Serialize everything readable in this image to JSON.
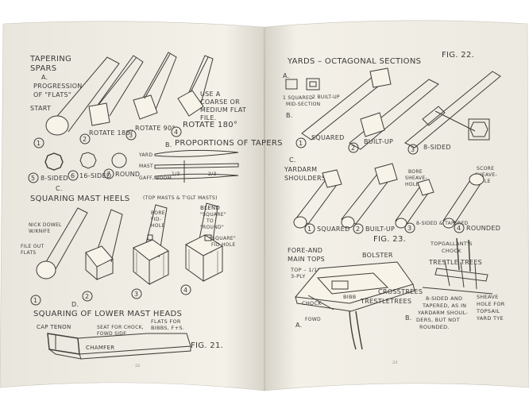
{
  "left_page": {
    "page_number": "22",
    "figure_label": "FIG. 21.",
    "section_a": {
      "title_line1": "TAPERING",
      "title_line2": "SPARS",
      "letter": "A.",
      "subtitle_line1": "PROGRESSION",
      "subtitle_line2": "OF \"FLATS\"",
      "start": "START",
      "note_line1": "USE A",
      "note_line2": "COARSE OR",
      "note_line3": "MEDIUM FLAT",
      "note_line4": "FILE.",
      "rotations": [
        "ROTATE 180°",
        "ROTATE 90°",
        "ROTATE 180°"
      ],
      "step_numbers": [
        "1",
        "2",
        "3",
        "4"
      ]
    },
    "section_b": {
      "letter": "B.",
      "title": "PROPORTIONS OF TAPERS",
      "rows": [
        "YARD",
        "MAST",
        "GAFF, BOOM"
      ],
      "fractions": [
        "1/3",
        "2/3"
      ]
    },
    "sections_small": {
      "numbers": [
        "5",
        "6",
        "7"
      ],
      "labels": [
        "8-SIDED",
        "16-SIDED",
        "ROUND"
      ]
    },
    "section_c": {
      "letter": "C.",
      "title": "SQUARING MAST HEELS",
      "subtitle": "(TOP MASTS & T'GLT MASTS)",
      "nick_line1": "NICK DOWEL",
      "nick_line2": "W/KNIFE",
      "file_line1": "FILE OUT",
      "file_line2": "FLATS",
      "bore_line1": "BORE",
      "bore_line2": "FID-",
      "bore_line3": "HOLE",
      "blend_line1": "BLEND",
      "blend_line2": "\"SQUARE\"",
      "blend_line3": "TO",
      "blend_line4": "\"ROUND\"",
      "squarefid_line1": "\"SQUARE\"",
      "squarefid_line2": "FID HOLE",
      "numbers": [
        "1",
        "2",
        "3",
        "4"
      ]
    },
    "section_d": {
      "letter": "D.",
      "title": "SQUARING OF LOWER MAST HEADS",
      "cap_tenon": "CAP TENON",
      "seat_line1": "SEAT FOR CHOCK,",
      "seat_line2": "FOWD SIDE",
      "flats_line1": "FLATS FOR",
      "flats_line2": "BIBBS, F+S.",
      "chamfer": "CHAMFER"
    }
  },
  "right_page": {
    "page_number": "23",
    "figure_22": "FIG. 22.",
    "figure_23": "FIG. 23.",
    "yards": {
      "title": "YARDS – OCTAGONAL SECTIONS",
      "letter_a": "A.",
      "squared_line1": "1 SQUARED",
      "squared_line2": "MID-SECTION",
      "builtup": "2 BUILT-UP",
      "letter_b": "B.",
      "labels": [
        "SQUARED",
        "BUILT-UP",
        "8-SIDED"
      ],
      "numbers": [
        "1",
        "2",
        "3"
      ]
    },
    "shoulders": {
      "letter": "C.",
      "title_line1": "YARDARM",
      "title_line2": "SHOULDERS",
      "bore_line1": "BORE",
      "bore_line2": "SHEAVE-",
      "bore_line3": "HOLE",
      "score_line1": "SCORE",
      "score_line2": "SHEAVE-",
      "score_line3": "HOLE",
      "labels": [
        "SQUARED",
        "BUILT-UP",
        "8-SIDED & TAPERED",
        "ROUNDED"
      ],
      "numbers": [
        "1",
        "2",
        "3",
        "4"
      ]
    },
    "tops": {
      "title_line1": "FORE-AND",
      "title_line2": "MAIN TOPS",
      "top_line1": "TOP – 1/16\"",
      "top_line2": "3-PLY",
      "bolster": "BOLSTER",
      "bibb": "BIBB",
      "crosstrees": "CROSSTREES",
      "trestletrees": "TRESTLETREES",
      "chock": "CHOCK",
      "fowd": "FOWD",
      "letter_a": "A.",
      "topgallant_line1": "TOPGALLANT'S",
      "topgallant_line2": "CHOCK",
      "trestle_right": "TRESTLE TREES",
      "letter_b": "B.",
      "note_line1": "8-SIDED AND",
      "note_line2": "TAPERED, AS IN",
      "note_line3": "YARDARM SHOUL-",
      "note_line4": "DERS, BUT NOT",
      "note_line5": "ROUNDED.",
      "sheave_line1": "SHEAVE",
      "sheave_line2": "HOLE FOR",
      "sheave_line3": "TOPSAIL",
      "sheave_line4": "YARD TYE"
    }
  }
}
